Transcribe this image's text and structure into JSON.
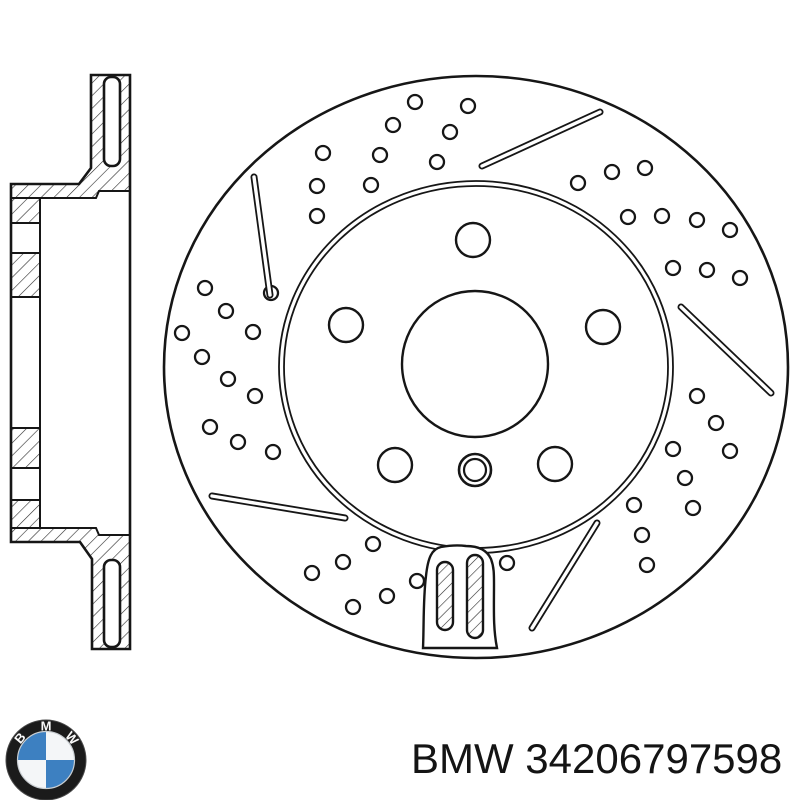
{
  "part": {
    "brand": "BMW",
    "number": "34206797598",
    "full_label": "BMW 34206797598"
  },
  "logo": {
    "letters": [
      "B",
      "M",
      "W"
    ],
    "ring_color": "#1b1b1b",
    "blue": "#3d80c1",
    "quadrant_white": "#f4f6f8"
  },
  "drawing": {
    "ink": "#161616",
    "background": "#ffffff",
    "views": {
      "left": "brake disc cross-section (vented rotor with hat)",
      "right": "brake disc front view, drilled and slotted"
    },
    "features": {
      "lug_holes": 5,
      "center_bore": 1,
      "index_hole": 1,
      "drilled_holes": 47,
      "surface_slots": 5,
      "vent_channels": 2
    }
  }
}
